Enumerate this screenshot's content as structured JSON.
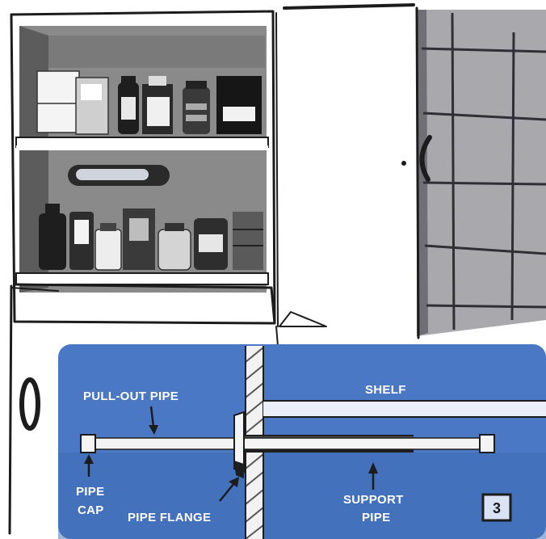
{
  "illustration": {
    "labels": {
      "pull_out_pipe": "PULL-OUT PIPE",
      "shelf": "SHELF",
      "pipe_cap_line1": "PIPE",
      "pipe_cap_line2": "CAP",
      "pipe_flange": "PIPE FLANGE",
      "support_pipe_line1": "SUPPORT",
      "support_pipe_line2": "PIPE"
    },
    "figure_number": "3",
    "colors": {
      "inset_blue": "#4a78c4",
      "inset_blue_dark": "#3d69b4",
      "cabinet_shadow": "#7f7f7f",
      "tile_grid": "#2f2f35",
      "ink": "#1c1c1c"
    }
  }
}
